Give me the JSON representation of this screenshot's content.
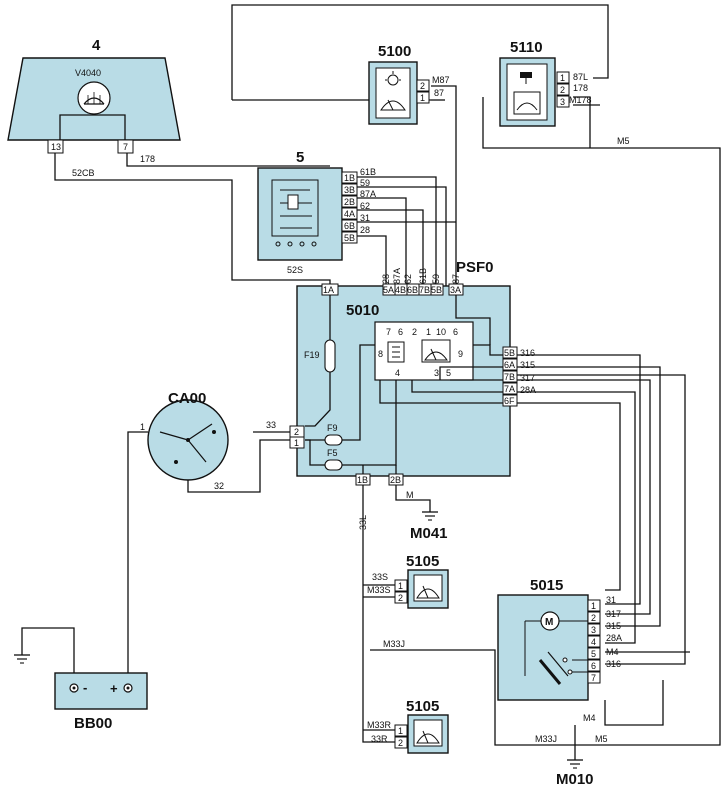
{
  "components": {
    "c4": {
      "number": "4",
      "code": "V4040"
    },
    "c5": {
      "number": "5"
    },
    "c5100": {
      "number": "5100"
    },
    "c5110": {
      "number": "5110"
    },
    "psf0": {
      "code": "PSF0",
      "sub": "5010"
    },
    "ca00": {
      "code": "CA00"
    },
    "bb00": {
      "code": "BB00",
      "minus": "-",
      "plus": "+"
    },
    "c5105a": {
      "number": "5105"
    },
    "c5105b": {
      "number": "5105"
    },
    "c5015": {
      "number": "5015"
    },
    "m041": {
      "code": "M041"
    },
    "m010": {
      "code": "M010"
    }
  },
  "pins": {
    "v4040": [
      "13",
      "7"
    ],
    "c5": [
      "1B",
      "3B",
      "2B",
      "4A",
      "6B",
      "5B"
    ],
    "c5100": [
      "2",
      "1"
    ],
    "c5110": [
      "1",
      "2",
      "3"
    ],
    "psf0_top": [
      "1A",
      "5A",
      "4B",
      "6B",
      "7B",
      "5B",
      "3A"
    ],
    "psf0_right": [
      "5B",
      "6A",
      "7B",
      "7A",
      "6F"
    ],
    "psf0_left": [
      "2",
      "1"
    ],
    "psf0_bottom": [
      "1B",
      "2B"
    ],
    "inner_top": [
      "7",
      "6",
      "2",
      "1",
      "10",
      "6"
    ],
    "inner_side": [
      "8",
      "9",
      "4",
      "3",
      "5"
    ],
    "ca00": [
      "1"
    ],
    "c5105": [
      "1",
      "2"
    ],
    "c5015": [
      "1",
      "2",
      "3",
      "4",
      "5",
      "6",
      "7"
    ]
  },
  "fuses": [
    "F19",
    "F9",
    "F5"
  ],
  "wires": {
    "w52cb": "52CB",
    "w178": "178",
    "w61b": "61B",
    "w59": "59",
    "w87a": "87A",
    "w62": "62",
    "w31": "31",
    "w28": "28",
    "w52s": "52S",
    "wm87": "M87",
    "w87": "87",
    "w87l": "87L",
    "w178b": "178",
    "wm178": "M178",
    "wm5": "M5",
    "vt": [
      "28",
      "87A",
      "62",
      "61B",
      "59",
      "87"
    ],
    "r316": "316",
    "r315": "315",
    "r317": "317",
    "r28a": "28A",
    "w33": "33",
    "w32": "32",
    "w1": "1",
    "wm": "M",
    "w33l": "33L",
    "w33s": "33S",
    "wm33s": "M33S",
    "wm33j": "M33J",
    "wm33r": "M33R",
    "w33r": "33R",
    "e31": "31",
    "e317": "317",
    "e315": "315",
    "e28a": "28A",
    "em4": "M4",
    "e316": "316",
    "m4": "M4",
    "bm33j": "M33J",
    "bm5": "M5"
  }
}
